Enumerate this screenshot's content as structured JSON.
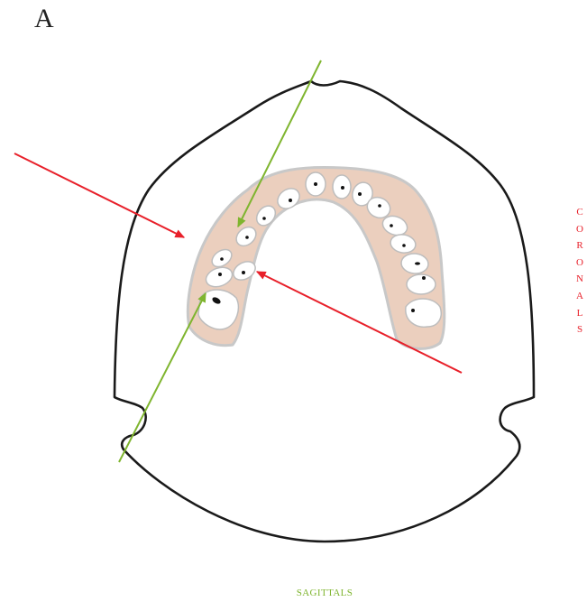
{
  "figure": {
    "panel_letter": "A",
    "coronals_label": "CORONALS",
    "sagittals_label": "SAGITTALS"
  },
  "colors": {
    "outline": "#1a1a1a",
    "gum": "#ebcfbe",
    "gum_edge": "#c8c8c8",
    "tooth": "#ffffff",
    "tooth_edge": "#bdbdbd",
    "root_canal": "#111111",
    "coronal_line": "#e8202a",
    "sagittal_line": "#7fb52f"
  }
}
